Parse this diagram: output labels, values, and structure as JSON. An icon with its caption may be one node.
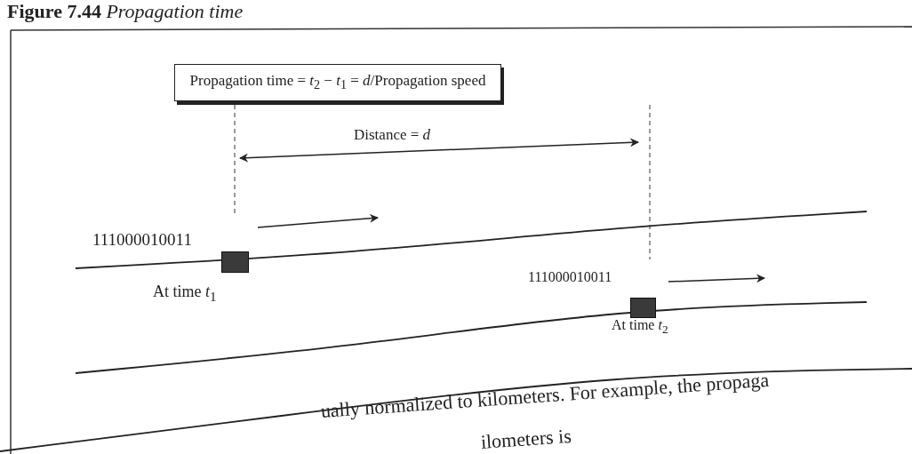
{
  "diagram": {
    "title": "**Figure 7.44** *Propagation time*",
    "nodes": [
      {
        "text": [
          "Propagation time = *t*$_{2}$ − *t*$_{1}$ = *d*/Propagation speed"
        ]
      },
      {
        "text": [],
        "shape": "box",
        "beside": [
          "At time *t*$_{1}$"
        ]
      },
      {
        "text": [],
        "shape": "box",
        "beside": [
          "At time *t*$_{2}$"
        ]
      }
    ],
    "edges": [],
    "labels": [
      "Distance = *d*",
      "111000010011",
      "111000010011",
      "ually normalized to kilometers. For example, the propaga",
      "ilometers is"
    ]
  }
}
